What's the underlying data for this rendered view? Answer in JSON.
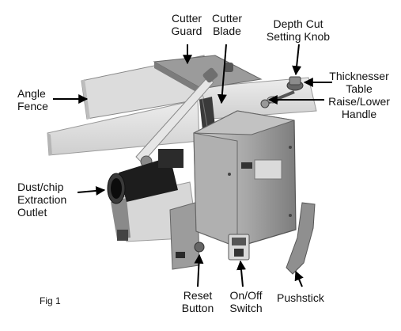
{
  "labels": {
    "cutter_guard": [
      "Cutter",
      "Guard"
    ],
    "cutter_blade": [
      "Cutter",
      "Blade"
    ],
    "depth_cut_knob": [
      "Depth Cut",
      "Setting Knob"
    ],
    "thicknesser_handle": [
      "Thicknesser",
      "Table",
      "Raise/Lower",
      "Handle"
    ],
    "angle_fence": [
      "Angle",
      "Fence"
    ],
    "extraction_outlet": [
      "Dust/chip",
      "Extraction",
      "Outlet"
    ],
    "reset_button": [
      "Reset",
      "Button"
    ],
    "on_off_switch": [
      "On/Off",
      "Switch"
    ],
    "pushstick": [
      "Pushstick"
    ]
  },
  "caption": "Fig 1",
  "colors": {
    "metal": "#9a9a9a",
    "table": "#e2e2e2",
    "dark": "#2a2a2a"
  }
}
